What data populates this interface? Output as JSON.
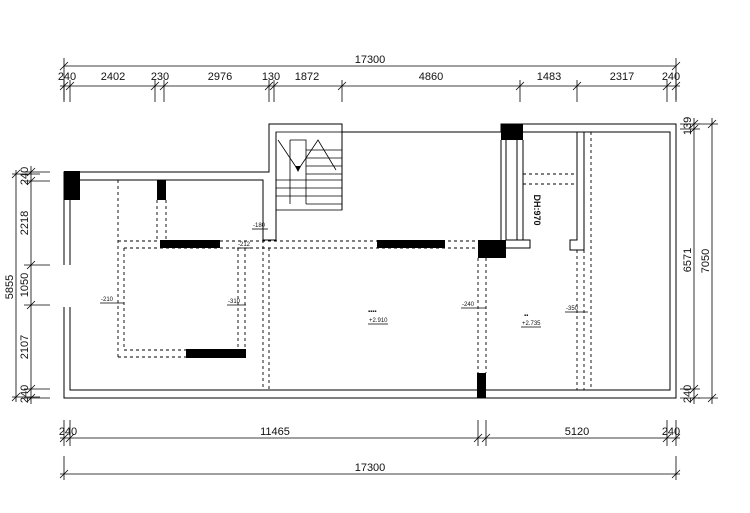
{
  "dimensions": {
    "top_overall": "17300",
    "top_segments": [
      "240",
      "2402",
      "230",
      "2976",
      "130",
      "1872",
      "4860",
      "1483",
      "2317",
      "240"
    ],
    "bottom_segments": [
      "240",
      "11465",
      "5120",
      "240"
    ],
    "bottom_overall": "17300",
    "left_overall": "5855",
    "left_segments": [
      "240",
      "2218",
      "1050",
      "2107",
      "240"
    ],
    "right_segments": [
      "139",
      "6571",
      "240"
    ],
    "right_overall": "7050"
  },
  "annotations": {
    "beam_180": "-180",
    "beam_212": "-212",
    "beam_210": "-210",
    "beam_310": "-310",
    "beam_240": "-240",
    "beam_350": "-350",
    "door_height": "DH:970"
  },
  "rooms": {
    "main_name": "▪▪▪▪",
    "main_level": "+2.910",
    "right_name": "▪▪",
    "right_level": "+2.735"
  }
}
